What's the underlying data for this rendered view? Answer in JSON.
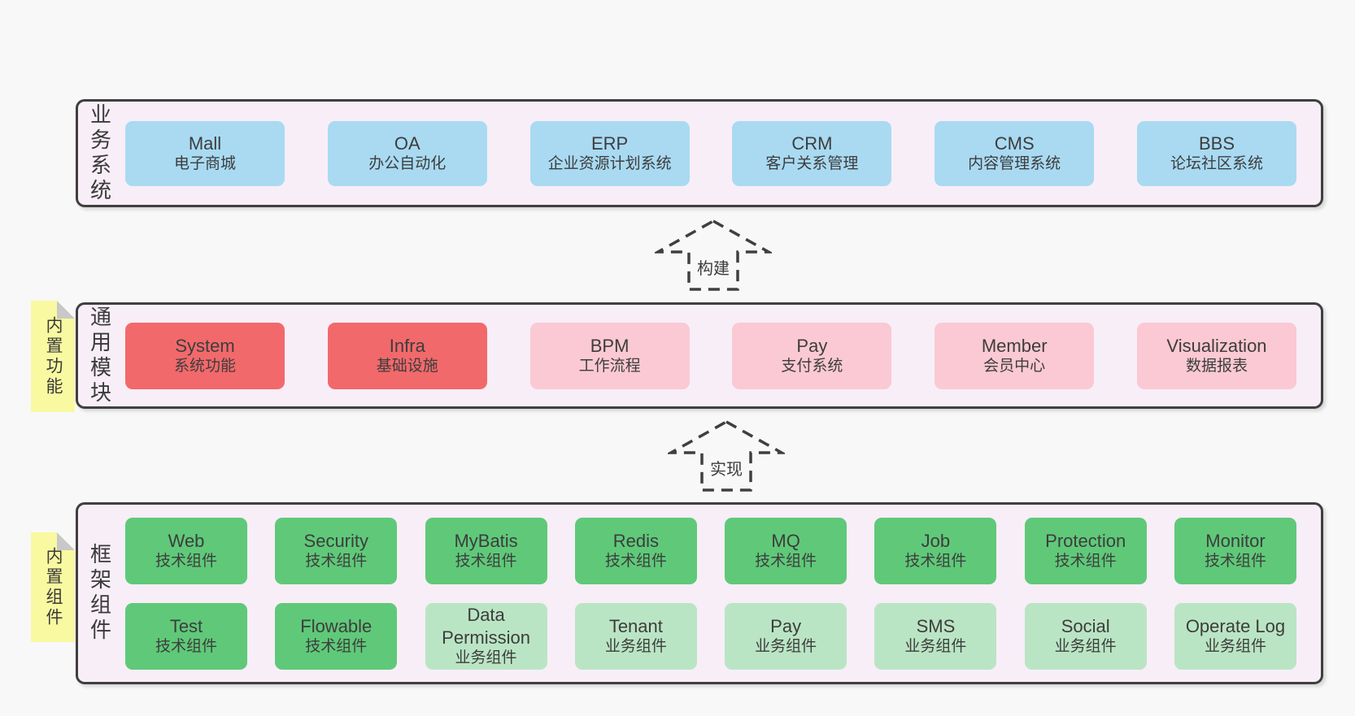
{
  "colors": {
    "page_bg": "#f8f8f8",
    "panel_bg": "#f8eef7",
    "panel_border": "#3f3f3f",
    "text": "#3d3d3d",
    "blue": "#a9daf2",
    "red": "#f2696b",
    "pink": "#fbc9d3",
    "green": "#5fc979",
    "light_green": "#bae5c4",
    "sticky_yellow": "#f9f9a1",
    "fold_gray": "#c8c8c8"
  },
  "arrows": [
    {
      "label": "构建"
    },
    {
      "label": "实现"
    }
  ],
  "sections": [
    {
      "name": "business-systems",
      "side_label": "业务系统",
      "rows": [
        [
          {
            "title": "Mall",
            "subtitle": "电子商城",
            "color": "blue"
          },
          {
            "title": "OA",
            "subtitle": "办公自动化",
            "color": "blue"
          },
          {
            "title": "ERP",
            "subtitle": "企业资源计划系统",
            "color": "blue"
          },
          {
            "title": "CRM",
            "subtitle": "客户关系管理",
            "color": "blue"
          },
          {
            "title": "CMS",
            "subtitle": "内容管理系统",
            "color": "blue"
          },
          {
            "title": "BBS",
            "subtitle": "论坛社区系统",
            "color": "blue"
          }
        ]
      ]
    },
    {
      "name": "common-modules",
      "side_label": "通用模块",
      "sticky_label": "内置功能",
      "rows": [
        [
          {
            "title": "System",
            "subtitle": "系统功能",
            "color": "red"
          },
          {
            "title": "Infra",
            "subtitle": "基础设施",
            "color": "red"
          },
          {
            "title": "BPM",
            "subtitle": "工作流程",
            "color": "pink"
          },
          {
            "title": "Pay",
            "subtitle": "支付系统",
            "color": "pink"
          },
          {
            "title": "Member",
            "subtitle": "会员中心",
            "color": "pink"
          },
          {
            "title": "Visualization",
            "subtitle": "数据报表",
            "color": "pink"
          }
        ]
      ]
    },
    {
      "name": "framework-components",
      "side_label": "框架组件",
      "sticky_label": "内置组件",
      "rows": [
        [
          {
            "title": "Web",
            "subtitle": "技术组件",
            "color": "green"
          },
          {
            "title": "Security",
            "subtitle": "技术组件",
            "color": "green"
          },
          {
            "title": "MyBatis",
            "subtitle": "技术组件",
            "color": "green"
          },
          {
            "title": "Redis",
            "subtitle": "技术组件",
            "color": "green"
          },
          {
            "title": "MQ",
            "subtitle": "技术组件",
            "color": "green"
          },
          {
            "title": "Job",
            "subtitle": "技术组件",
            "color": "green"
          },
          {
            "title": "Protection",
            "subtitle": "技术组件",
            "color": "green"
          },
          {
            "title": "Monitor",
            "subtitle": "技术组件",
            "color": "green"
          }
        ],
        [
          {
            "title": "Test",
            "subtitle": "技术组件",
            "color": "green"
          },
          {
            "title": "Flowable",
            "subtitle": "技术组件",
            "color": "green"
          },
          {
            "title": "Data Permission",
            "subtitle": "业务组件",
            "color": "light_green"
          },
          {
            "title": "Tenant",
            "subtitle": "业务组件",
            "color": "light_green"
          },
          {
            "title": "Pay",
            "subtitle": "业务组件",
            "color": "light_green"
          },
          {
            "title": "SMS",
            "subtitle": "业务组件",
            "color": "light_green"
          },
          {
            "title": "Social",
            "subtitle": "业务组件",
            "color": "light_green"
          },
          {
            "title": "Operate Log",
            "subtitle": "业务组件",
            "color": "light_green"
          }
        ]
      ]
    }
  ]
}
